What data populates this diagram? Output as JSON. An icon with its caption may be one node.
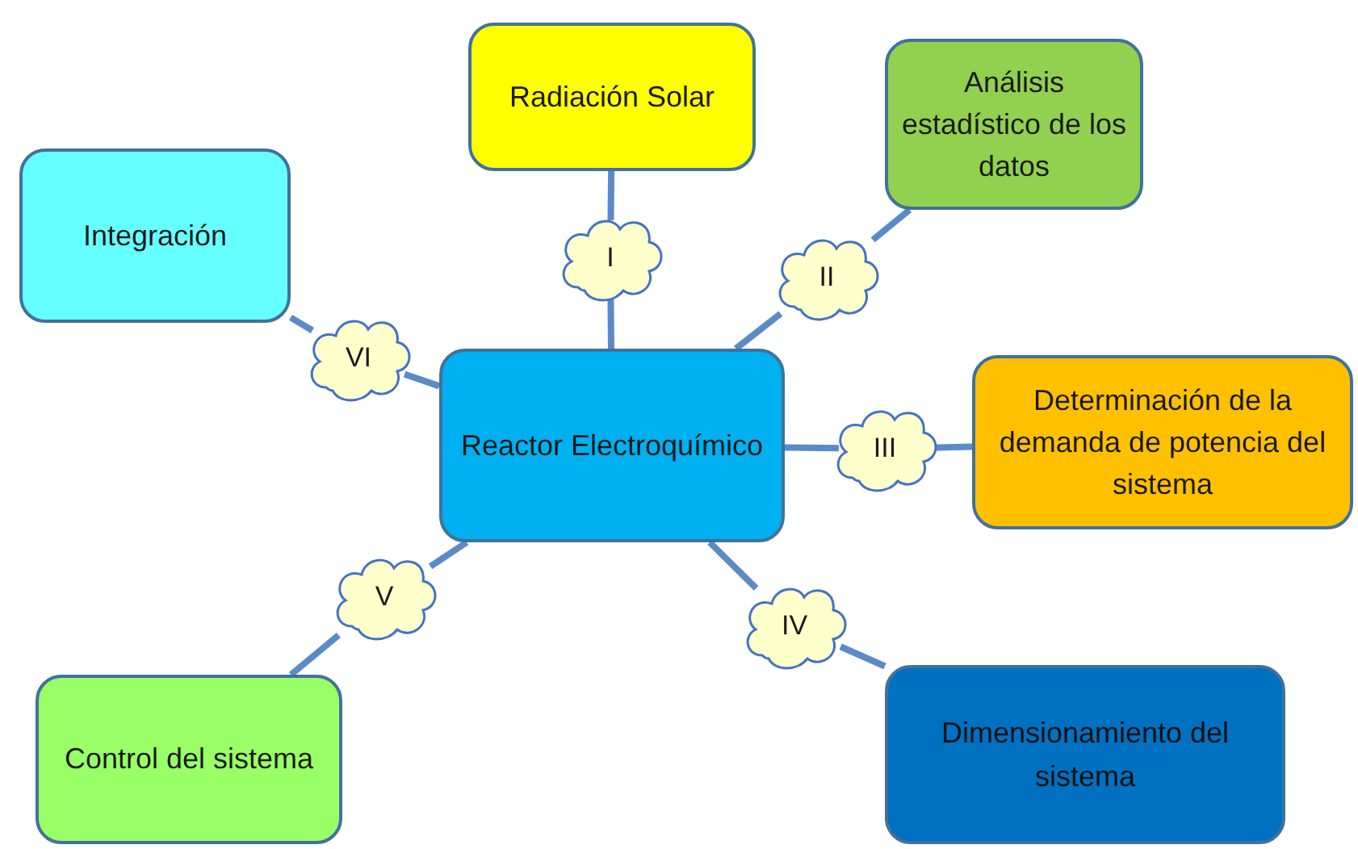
{
  "diagram": {
    "nodes": [
      {
        "text": [
          "Radiación Solar"
        ]
      },
      {
        "text": [
          "Análisis estadístico de los datos"
        ]
      },
      {
        "text": [
          "Integración"
        ]
      },
      {
        "text": [
          "I"
        ]
      },
      {
        "text": [
          "II"
        ]
      },
      {
        "text": [
          "VI"
        ]
      },
      {
        "text": [
          "Reactor Electroquímico"
        ]
      },
      {
        "text": [
          "III"
        ]
      },
      {
        "text": [
          "Determinación de la demanda de potencia del sistema"
        ]
      },
      {
        "text": [
          "V"
        ]
      },
      {
        "text": [
          "IV"
        ]
      },
      {
        "text": [
          "Control del sistema"
        ]
      },
      {
        "text": [
          "Dimensionamiento del sistema"
        ]
      }
    ],
    "edges": [
      {
        "from": 6,
        "to": 3,
        "arrow": "none"
      },
      {
        "from": 3,
        "to": 0,
        "arrow": "none"
      },
      {
        "from": 6,
        "to": 4,
        "arrow": "none"
      },
      {
        "from": 4,
        "to": 1,
        "arrow": "none"
      },
      {
        "from": 6,
        "to": 5,
        "arrow": "none"
      },
      {
        "from": 5,
        "to": 2,
        "arrow": "none"
      },
      {
        "from": 6,
        "to": 7,
        "arrow": "none"
      },
      {
        "from": 7,
        "to": 8,
        "arrow": "none"
      },
      {
        "from": 6,
        "to": 9,
        "arrow": "none"
      },
      {
        "from": 9,
        "to": 11,
        "arrow": "none"
      },
      {
        "from": 6,
        "to": 10,
        "arrow": "none"
      },
      {
        "from": 10,
        "to": 12,
        "arrow": "none"
      }
    ]
  }
}
